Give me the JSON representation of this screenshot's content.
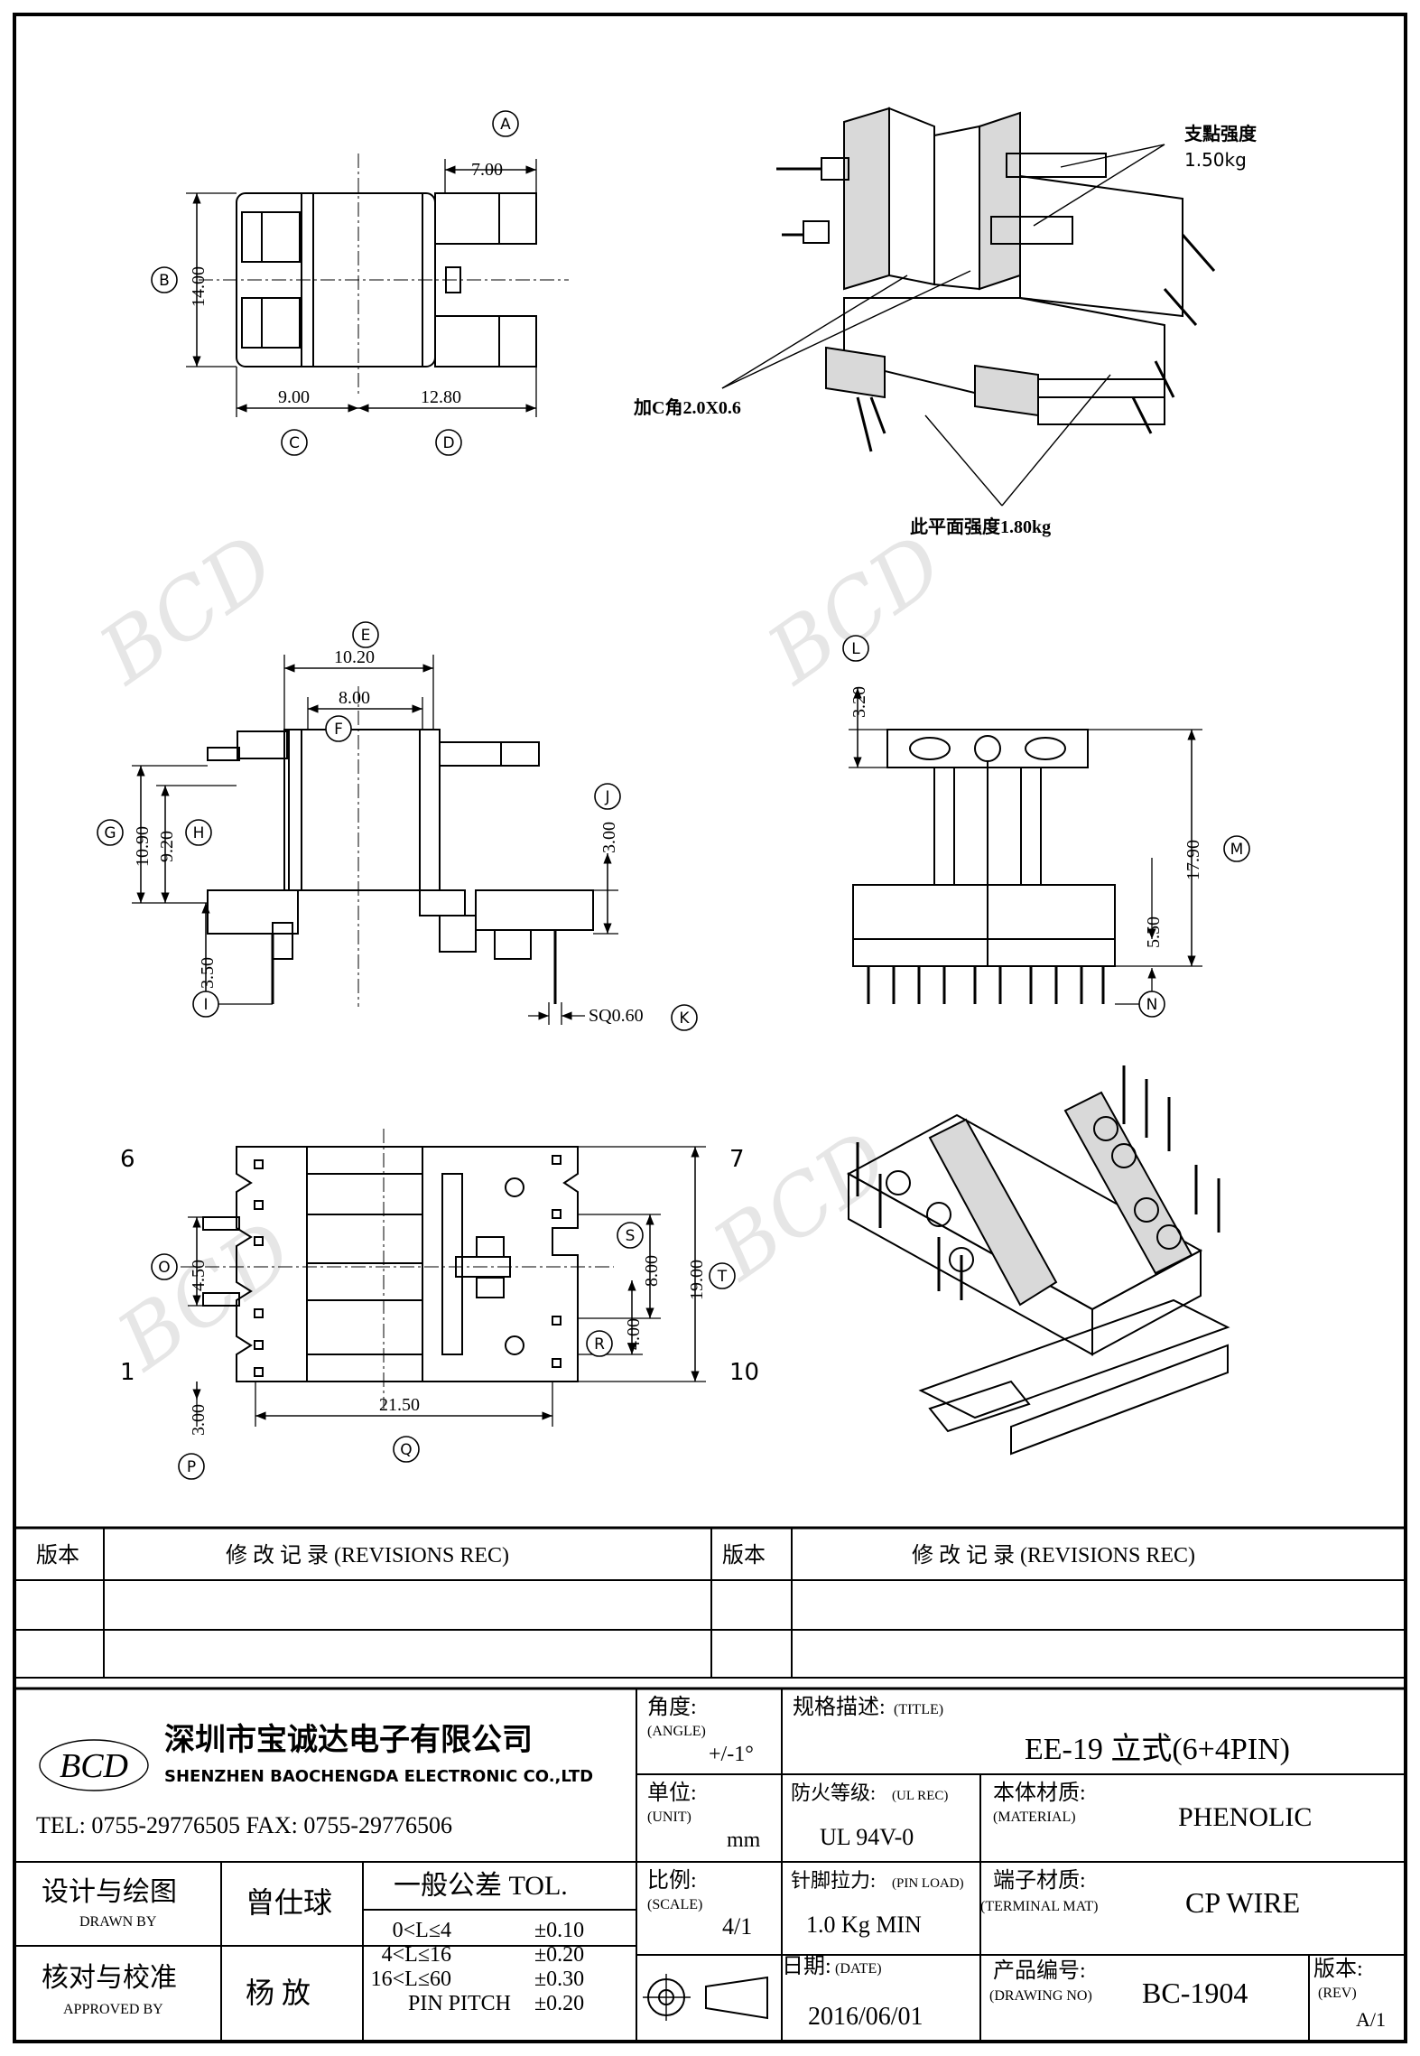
{
  "drawing": {
    "bubbles": {
      "A": "A",
      "B": "B",
      "C": "C",
      "D": "D",
      "E": "E",
      "F": "F",
      "G": "G",
      "H": "H",
      "I": "I",
      "J": "J",
      "K": "K",
      "L": "L",
      "M": "M",
      "N": "N",
      "O": "O",
      "P": "P",
      "Q": "Q",
      "R": "R",
      "S": "S",
      "T": "T"
    },
    "dims": {
      "A": "7.00",
      "B": "14.00",
      "C": "9.00",
      "D": "12.80",
      "E": "10.20",
      "F": "8.00",
      "G": "10.90",
      "H": "9.20",
      "I": "3.50",
      "J": "3.00",
      "K": "SQ0.60",
      "L": "3.20",
      "M": "17.90",
      "N": "5.50",
      "O": "4.50",
      "P": "3.00",
      "Q": "21.50",
      "R": "4.00",
      "S": "8.00",
      "T": "19.00"
    },
    "notes": {
      "support_strength": "支點强度",
      "support_value": "1.50kg",
      "chamfer": "加C角2.0X0.6",
      "plane_strength": "此平面强度1.80kg"
    },
    "pins": {
      "p6": "6",
      "p7": "7",
      "p1": "1",
      "p10": "10"
    },
    "watermark": "BCD"
  },
  "revisions": {
    "header_ver": "版本",
    "header_rec": "修  改  记  录  (REVISIONS REC)"
  },
  "title_block": {
    "company_cn": "深圳市宝诚达电子有限公司",
    "company_en": "SHENZHEN BAOCHENGDA ELECTRONIC CO.,LTD",
    "logo_text": "BCD",
    "tel_fax": "TEL: 0755-29776505  FAX: 0755-29776506",
    "angle_label": "角度:",
    "angle_label_en": "(ANGLE)",
    "angle_value": "+/-1°",
    "unit_label": "单位:",
    "unit_label_en": "(UNIT)",
    "unit_value": "mm",
    "scale_label": "比例:",
    "scale_label_en": "(SCALE)",
    "scale_value": "4/1",
    "title_label": "规格描述:",
    "title_label_en": "(TITLE)",
    "title_value": "EE-19 立式(6+4PIN)",
    "ul_label": "防火等级:",
    "ul_label_en": "(UL REC)",
    "ul_value": "UL 94V-0",
    "material_label": "本体材质:",
    "material_label_en": "(MATERIAL)",
    "material_value": "PHENOLIC",
    "pinload_label": "针脚拉力:",
    "pinload_label_en": "(PIN LOAD)",
    "pinload_value": "1.0 Kg MIN",
    "terminal_label": "端子材质:",
    "terminal_label_en": "(TERMINAL MAT)",
    "terminal_value": "CP WIRE",
    "date_label": "日期:",
    "date_label_en": "(DATE)",
    "date_value": "2016/06/01",
    "drawing_no_label": "产品编号:",
    "drawing_no_label_en": "(DRAWING NO)",
    "drawing_no_value": "BC-1904",
    "rev_label": "版本:",
    "rev_label_en": "(REV)",
    "rev_value": "A/1",
    "drawn_label": "设计与绘图",
    "drawn_label_en": "DRAWN BY",
    "drawn_value": "曾仕球",
    "approved_label": "核对与校准",
    "approved_label_en": "APPROVED BY",
    "approved_value": "杨  放",
    "tol_title": "一般公差  TOL.",
    "tol_rows": [
      {
        "range": "0<L≤4",
        "value": "±0.10"
      },
      {
        "range": "4<L≤16",
        "value": "±0.20"
      },
      {
        "range": "16<L≤60",
        "value": "±0.30"
      },
      {
        "range": "PIN PITCH",
        "value": "±0.20"
      }
    ]
  }
}
